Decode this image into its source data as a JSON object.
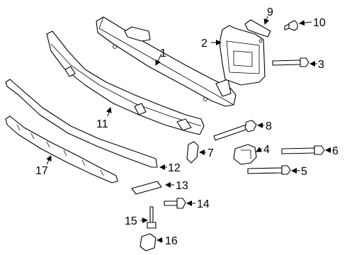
{
  "callouts": [
    {
      "id": "c1",
      "number": "1"
    },
    {
      "id": "c2",
      "number": "2"
    },
    {
      "id": "c3",
      "number": "3"
    },
    {
      "id": "c4",
      "number": "4"
    },
    {
      "id": "c5",
      "number": "5"
    },
    {
      "id": "c6",
      "number": "6"
    },
    {
      "id": "c7",
      "number": "7"
    },
    {
      "id": "c8",
      "number": "8"
    },
    {
      "id": "c9",
      "number": "9"
    },
    {
      "id": "c10",
      "number": "10"
    },
    {
      "id": "c11",
      "number": "11"
    },
    {
      "id": "c12",
      "number": "12"
    },
    {
      "id": "c13",
      "number": "13"
    },
    {
      "id": "c14",
      "number": "14"
    },
    {
      "id": "c15",
      "number": "15"
    },
    {
      "id": "c16",
      "number": "16"
    },
    {
      "id": "c17",
      "number": "17"
    }
  ],
  "colors": {
    "line": "#000000",
    "background": "#ffffff"
  }
}
